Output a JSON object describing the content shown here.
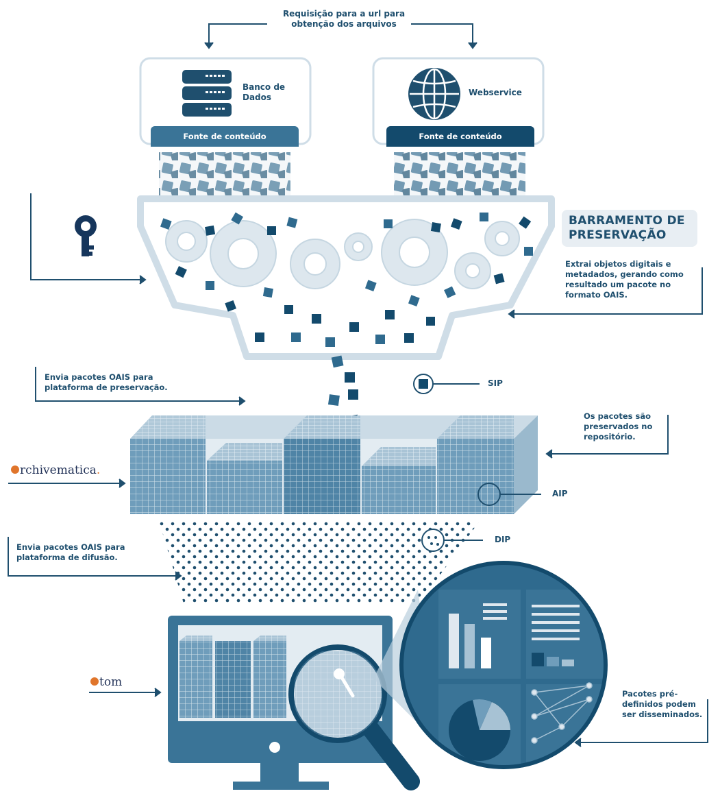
{
  "request_label": "Requisição para a url para obtenção dos arquivos",
  "sources": [
    {
      "name": "Banco de Dados",
      "icon": "database-icon",
      "bar_label": "Fonte de conteúdo",
      "bar_color": "#3a7497"
    },
    {
      "name": "Webservice",
      "icon": "globe-icon",
      "bar_label": "Fonte de conteúdo",
      "bar_color": "#134a6c"
    }
  ],
  "bus": {
    "title": "BARRAMENTO DE PRESERVAÇÃO",
    "description": "Extrai objetos digitais e metadados, gerando como resultado um pacote no formato OAIS."
  },
  "send_preservation": "Envia pacotes OAIS para plataforma de preservação.",
  "sip_label": "SIP",
  "preserved_note": "Os pacotes são preservados no repositório.",
  "aip_label": "AIP",
  "dip_label": "DIP",
  "send_diffusion": "Envia pacotes OAIS para plataforma de difusão.",
  "disseminated_note": "Pacotes pré-definidos podem ser disseminados.",
  "logos": {
    "archivematica": {
      "dot": "a",
      "text": "rchivematica",
      "mark": "."
    },
    "atom": {
      "dot": "a",
      "text": "tom"
    }
  },
  "colors": {
    "dark": "#134a6c",
    "mid": "#3a7497",
    "light": "#a7c2d4",
    "pale": "#dfe8ef",
    "logo_orange": "#e0752b"
  }
}
